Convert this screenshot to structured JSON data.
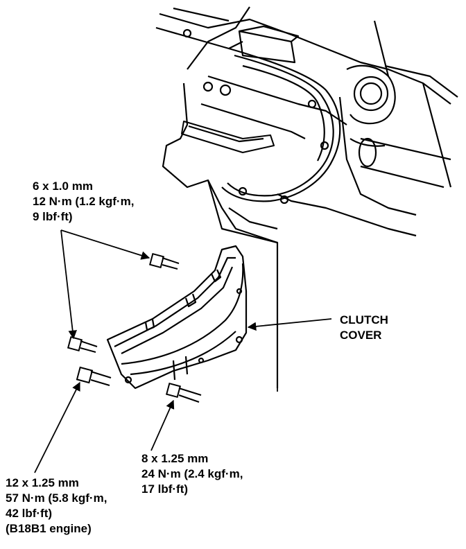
{
  "labels": {
    "top_bolt": {
      "size": "6 x 1.0 mm",
      "torque": "12 N·m (1.2 kgf·m,",
      "torque_ft": "9 lbf·ft)"
    },
    "clutch_cover": {
      "line1": "CLUTCH",
      "line2": "COVER"
    },
    "left_bolt": {
      "size": "12 x 1.25 mm",
      "torque": "57 N·m (5.8 kgf·m,",
      "torque_ft": "42 lbf·ft)",
      "note": "(B18B1 engine)"
    },
    "right_bolt": {
      "size": "8 x 1.25 mm",
      "torque": "24 N·m (2.4 kgf·m,",
      "torque_ft": "17 lbf·ft)"
    }
  },
  "colors": {
    "ink": "#000000",
    "paper": "#ffffff"
  }
}
